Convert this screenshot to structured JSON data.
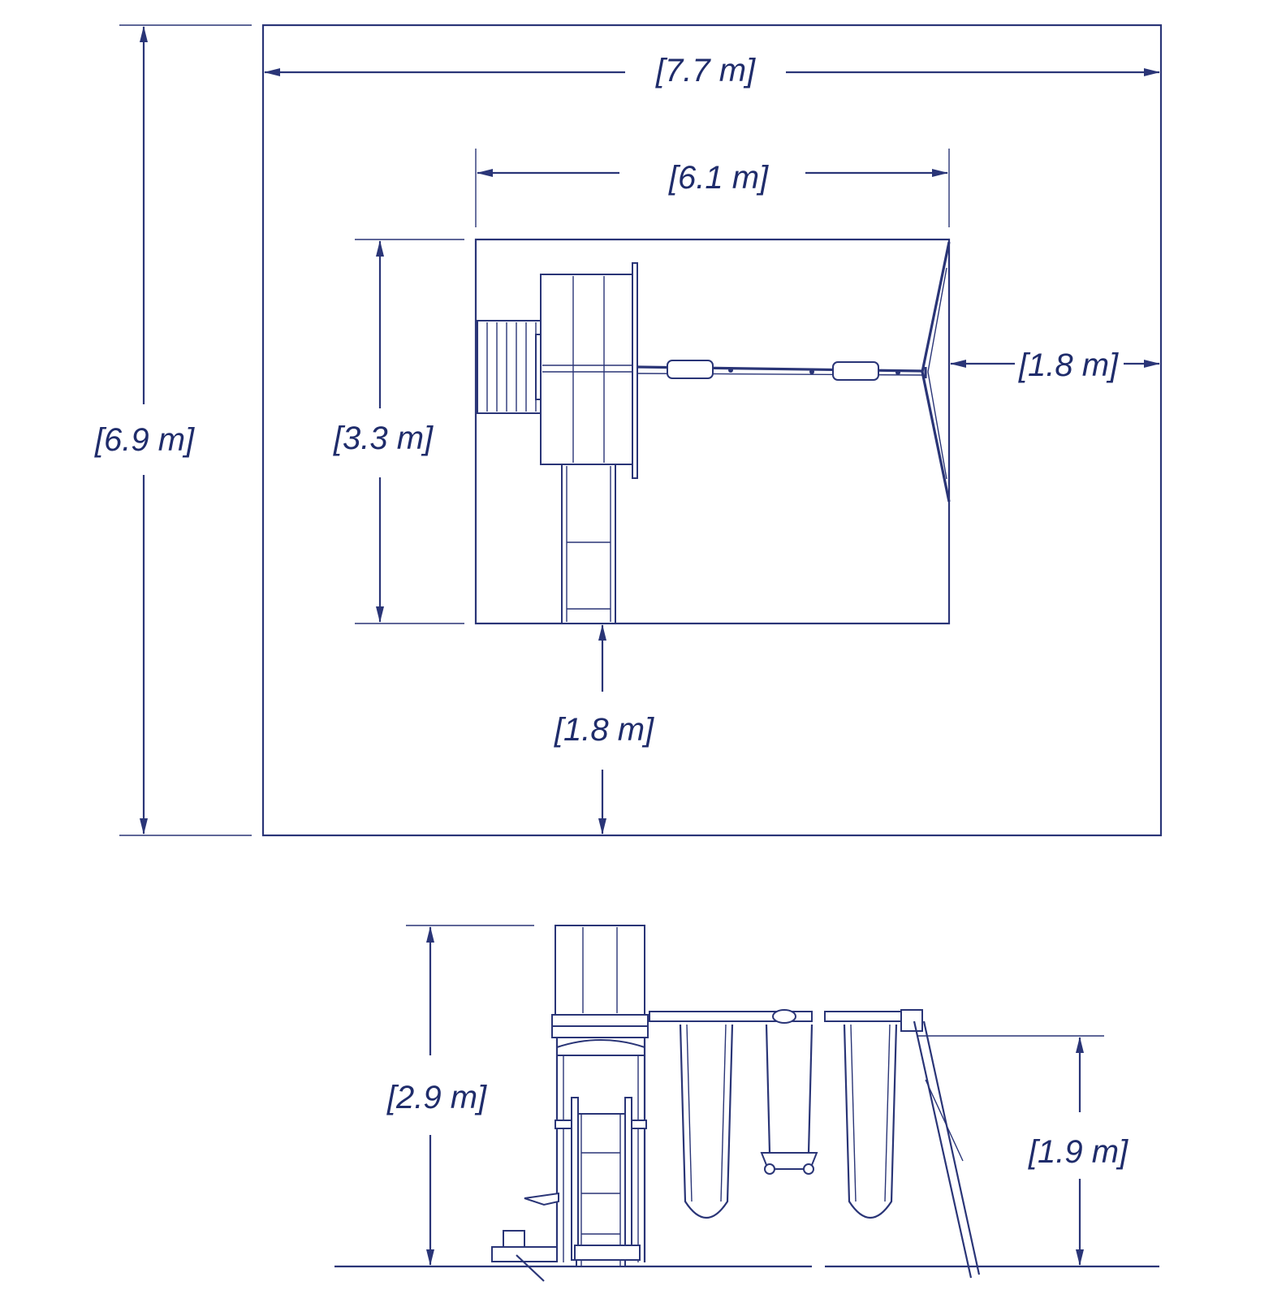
{
  "dimensions": {
    "overall_width": "[7.7 m]",
    "set_width": "[6.1 m]",
    "overall_depth": "[6.9 m]",
    "set_depth": "[3.3 m]",
    "side_clearance": "[1.8 m]",
    "front_clearance": "[1.8 m]",
    "tower_height": "[2.9 m]",
    "swing_beam_height": "[1.9 m]"
  },
  "colors": {
    "line": "#2a3577",
    "text": "#1f2c6b",
    "background": "#ffffff"
  }
}
